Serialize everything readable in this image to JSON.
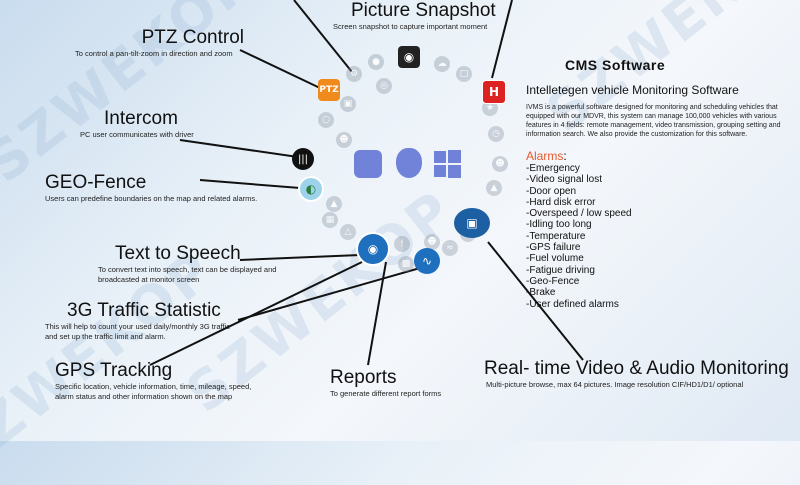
{
  "watermark": [
    "SZWEKOP",
    "SZWEKOP",
    "SZWEKOP",
    "SZWEKOP"
  ],
  "colors": {
    "accent_alarm": "#e8592c",
    "os_tile": "#5b6fd2",
    "monitor": "#1c5fa3"
  },
  "features": {
    "ptz": {
      "title": "PTZ Control",
      "desc": "To control a pan-tilt-zoom in direction and zoom"
    },
    "snapshot": {
      "title": "Picture Snapshot",
      "desc": "Screen snapshot to capture important moment"
    },
    "intercom": {
      "title": "Intercom",
      "desc": "PC user communicates with driver"
    },
    "geofence": {
      "title": "GEO-Fence",
      "desc": "Users can predefine boundaries on the map and related alarms."
    },
    "tts": {
      "title": "Text to Speech",
      "desc": "To convert text into speech, text can be displayed and broadcasted at monitor screen"
    },
    "traffic": {
      "title": "3G Traffic Statistic",
      "desc": "This will help to count your used daily/monthly 3G traffic and set up the traffic limit and alarm."
    },
    "gps": {
      "title": "GPS Tracking",
      "desc": "Specific location, vehicle information, time, mileage, speed, alarm status and other information shown on the map"
    },
    "reports": {
      "title": "Reports",
      "desc": "To generate different report forms"
    },
    "realtime": {
      "title": "Real- time Video & Audio Monitoring",
      "desc": "Multi-picture browse, max 64 pictures. Image resolution CIF/HD1/D1/ optional"
    }
  },
  "cms": {
    "title": "CMS Software",
    "subtitle": "Intelletegen vehicle Monitoring Software",
    "description": "IVMS is a powerful software designed for monitoring and scheduling vehicles that equipped with our MDVR,  this system can manage 100,000 vehicles with various features in 4 fields: remote management, video transmission, grouping setting and information search. We also provide the customization for this software.",
    "alarms_heading": "Alarms",
    "alarms_colon": ":",
    "alarms": [
      "-Emergency",
      "-Video signal lost",
      "-Door open",
      "-Hard disk error",
      "-Overspeed / low speed",
      "-Idling too long",
      "-Temperature",
      "-GPS failure",
      "-Fuel volume",
      "-Fatigue driving",
      "-Geo-Fence",
      "-Brake",
      "-User defined alarms"
    ]
  },
  "icons": {
    "ptz_label": "PTZ",
    "hdd_label": "H",
    "camera": "camera-icon",
    "intercom": "sound-wave-icon",
    "geofence": "globe-icon",
    "tts": "location-pin-icon",
    "traffic": "pulse-icon",
    "monitor": "monitor-icon"
  }
}
